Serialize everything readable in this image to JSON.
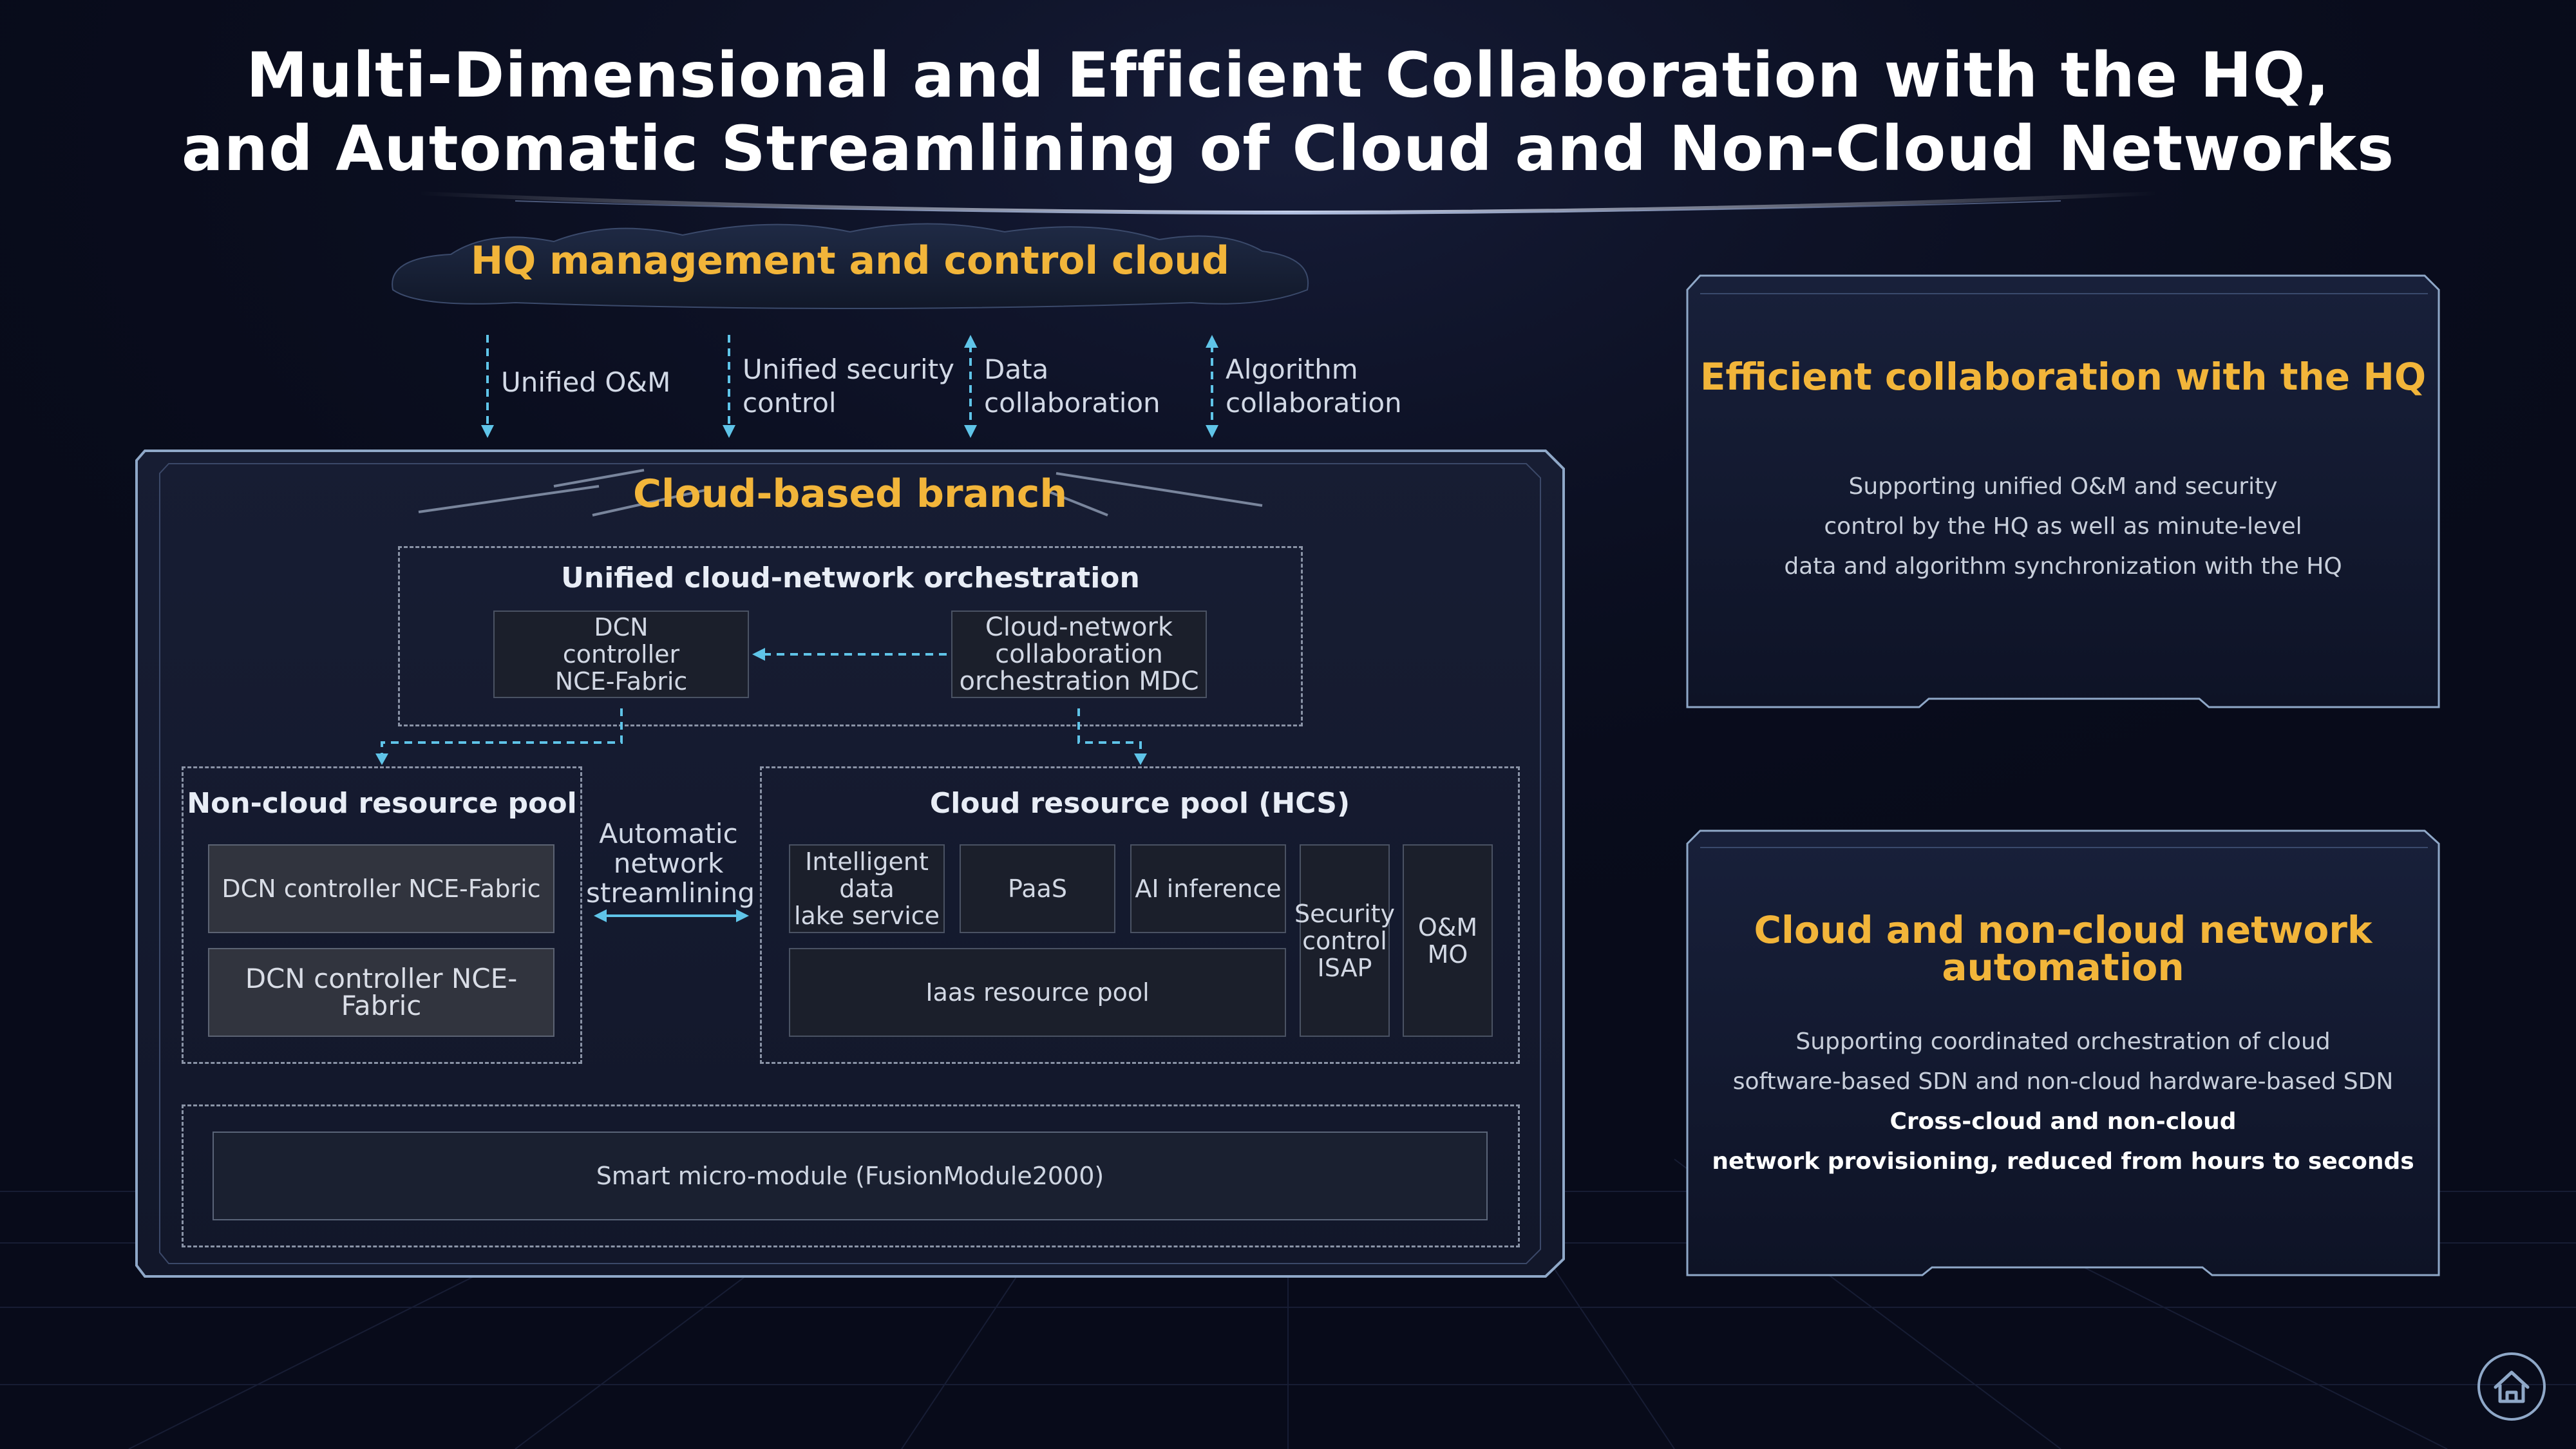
{
  "title": {
    "line1": "Multi-Dimensional and Efficient Collaboration with the HQ,",
    "line2": "and Automatic Streamlining of Cloud and Non-Cloud Networks"
  },
  "hq": {
    "title": "HQ management and control cloud",
    "connections": [
      {
        "label": "Unified O&M",
        "direction": "down"
      },
      {
        "label": "Unified security\ncontrol",
        "direction": "down"
      },
      {
        "label": "Data\ncollaboration",
        "direction": "both"
      },
      {
        "label": "Algorithm\ncollaboration",
        "direction": "both"
      }
    ]
  },
  "branch": {
    "title": "Cloud-based branch",
    "orchestration": {
      "title": "Unified cloud-network orchestration",
      "left_box": "DCN\ncontroller\nNCE-Fabric",
      "right_box": "Cloud-network\ncollaboration\norchestration MDC"
    },
    "non_cloud": {
      "title": "Non-cloud resource pool",
      "items": [
        "DCN controller NCE-Fabric",
        "DCN controller NCE-Fabric"
      ]
    },
    "automatic_label": "Automatic\nnetwork\nstreamlining",
    "cloud": {
      "title": "Cloud resource pool (HCS)",
      "items": [
        "Intelligent\ndata\nlake service",
        "PaaS",
        "AI inference",
        "Iaas resource pool",
        "Security\ncontrol\nISAP",
        "O&M\nMO"
      ]
    },
    "smart_module": "Smart micro-module (FusionModule2000)"
  },
  "panels": [
    {
      "title": "Efficient collaboration with the HQ",
      "lines": [
        "Supporting unified O&M and security",
        "control by the HQ as well as minute-level",
        "data and algorithm synchronization with the HQ"
      ]
    },
    {
      "title": "Cloud and non-cloud network\nautomation",
      "lines": [
        "Supporting coordinated orchestration of cloud",
        "software-based SDN and non-cloud hardware-based SDN"
      ],
      "highlight_lines": [
        "Cross-cloud and non-cloud",
        "network provisioning, reduced from hours to seconds"
      ]
    }
  ],
  "colors": {
    "accent": "#f2b53a",
    "arrow": "#5fc4e8",
    "background": "#080b1a"
  },
  "icons": {
    "home": "home-icon"
  }
}
